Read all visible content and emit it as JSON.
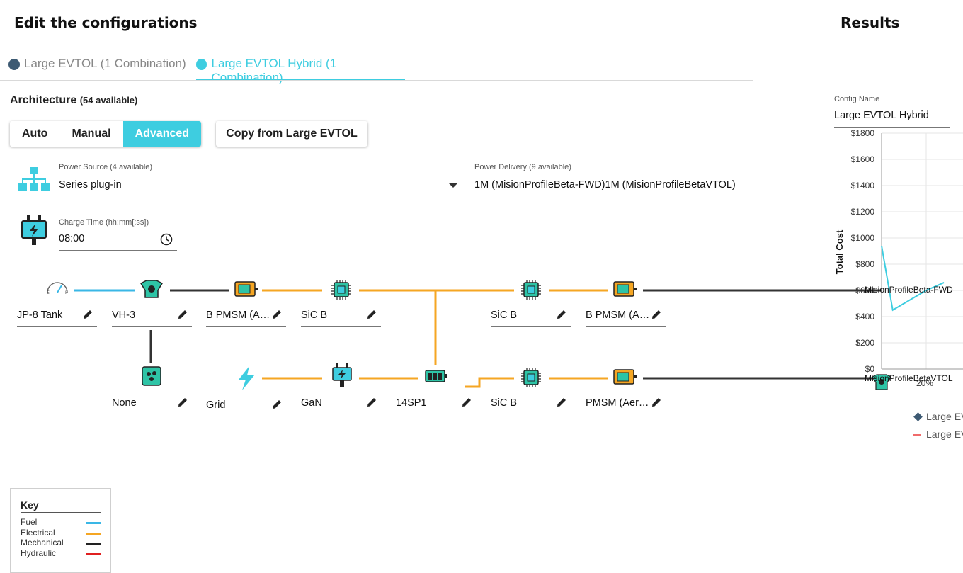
{
  "header": {
    "title": "Edit the configurations",
    "results_title": "Results"
  },
  "tabs": [
    {
      "label": "Large EVTOL (1 Combination)",
      "color": "#3d5a73",
      "active": false
    },
    {
      "label": "Large EVTOL Hybrid (1 Combination)",
      "color": "#3ecde0",
      "active": true
    }
  ],
  "architecture": {
    "label": "Architecture",
    "available": "(54 available)"
  },
  "mode_buttons": [
    "Auto",
    "Manual",
    "Advanced"
  ],
  "active_mode": "Advanced",
  "copy_button": "Copy from Large EVTOL",
  "power_source": {
    "label": "Power Source (4 available)",
    "value": "Series plug-in"
  },
  "power_delivery": {
    "label": "Power Delivery (9 available)",
    "value": "1M (MisionProfileBeta-FWD)1M (MisionProfileBetaVTOL)"
  },
  "charge_time": {
    "label": "Charge Time (hh:mm[:ss])",
    "value": "08:00"
  },
  "nodes": {
    "row1": [
      "JP-8 Tank",
      "VH-3",
      "B PMSM (Aer…",
      "SiC B",
      "SiC B",
      "B PMSM (Aer…"
    ],
    "row2": [
      "None",
      "Grid",
      "GaN",
      "14SP1",
      "SiC B",
      "PMSM (Aero…"
    ]
  },
  "key": {
    "title": "Key",
    "items": [
      {
        "label": "Fuel",
        "color": "#3ab7e6"
      },
      {
        "label": "Electrical",
        "color": "#f5a623"
      },
      {
        "label": "Mechanical",
        "color": "#222222"
      },
      {
        "label": "Hydraulic",
        "color": "#e02020"
      }
    ]
  },
  "config_name": {
    "label": "Config Name",
    "value": "Large EVTOL Hybrid"
  },
  "chart_data": {
    "type": "line",
    "ylabel": "Total Cost",
    "y_ticks": [
      "$1800",
      "$1600",
      "$1400",
      "$1200",
      "$1000",
      "$800",
      "$600",
      "$400",
      "$200",
      "$0"
    ],
    "x_ticks": [
      "20%"
    ],
    "ylim": [
      0,
      1800
    ],
    "annotations": [
      "MisionProfileBeta-FWD",
      "MisionProfileBetaVTOL"
    ],
    "series": [
      {
        "name": "Large EVTOL Hybrid",
        "color": "#3ecde0",
        "x": [
          0,
          5,
          20,
          28
        ],
        "y": [
          940,
          450,
          600,
          660
        ]
      }
    ],
    "legend": [
      "Large EV",
      "Large EV"
    ],
    "legend_colors": [
      "#3d5a73",
      "#f06b6b"
    ]
  },
  "colors": {
    "accent": "#3ecde0",
    "fuel": "#3ab7e6",
    "electrical": "#f5a623",
    "mechanical": "#222222",
    "component": "#2ec4a6"
  }
}
